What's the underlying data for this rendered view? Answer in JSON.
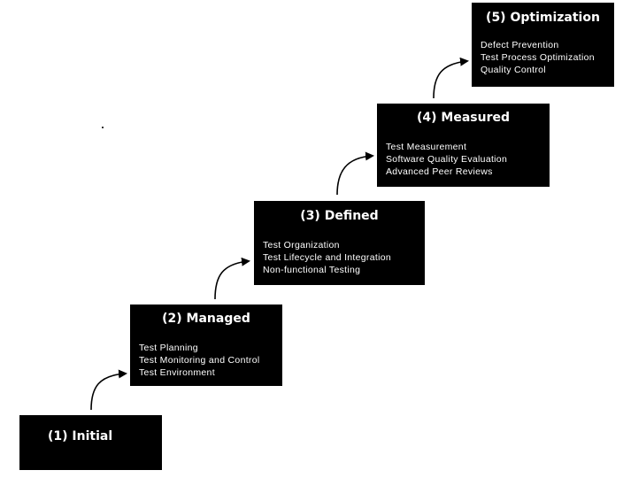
{
  "stages": [
    {
      "title": "(1) Initial",
      "items": []
    },
    {
      "title": "(2) Managed",
      "items": [
        "Test Planning",
        "Test Monitoring and Control",
        "Test Environment"
      ]
    },
    {
      "title": "(3) Defined",
      "items": [
        "Test Organization",
        "Test Lifecycle and Integration",
        "Non-functional Testing"
      ]
    },
    {
      "title": "(4) Measured",
      "items": [
        "Test Measurement",
        "Software Quality Evaluation",
        "Advanced Peer Reviews"
      ]
    },
    {
      "title": "(5) Optimization",
      "items": [
        "Defect Prevention",
        "Test Process Optimization",
        "Quality Control"
      ]
    }
  ],
  "colors": {
    "box": "#000000",
    "text": "#ffffff",
    "arrow": "#000000",
    "background": "#ffffff"
  }
}
